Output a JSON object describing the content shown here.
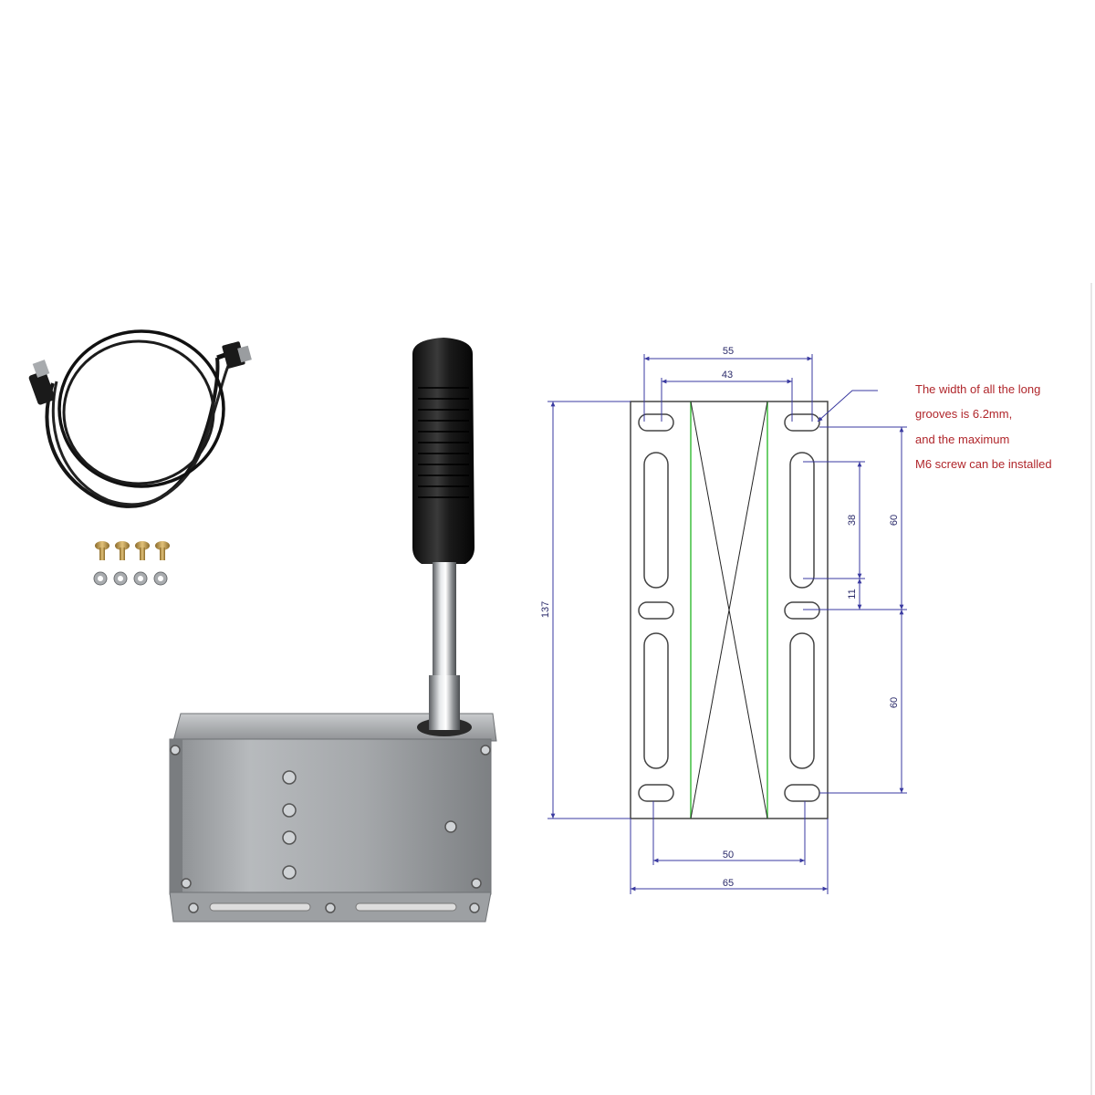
{
  "product_image": {
    "accessories": [
      "usb-cable",
      "screws",
      "nuts"
    ],
    "accessory_counts": {
      "screws": 4,
      "nuts": 4
    }
  },
  "drawing": {
    "dimensions": {
      "top_outer": "55",
      "top_inner": "43",
      "height_total": "137",
      "slot_length": "38",
      "gap": "11",
      "pitch_upper": "60",
      "pitch_lower": "60",
      "bottom_inner": "50",
      "bottom_outer": "65"
    },
    "note_lines": [
      "The width of all the long",
      "grooves is 6.2mm,",
      "and the maximum",
      "M6 screw can be installed"
    ]
  },
  "colors": {
    "plate_outline": "#444444",
    "dimension_lines": "#3a3aa0",
    "diagonal_lines": "#222222",
    "green_guides": "#3fbf3f",
    "note_text": "#b0262b"
  }
}
